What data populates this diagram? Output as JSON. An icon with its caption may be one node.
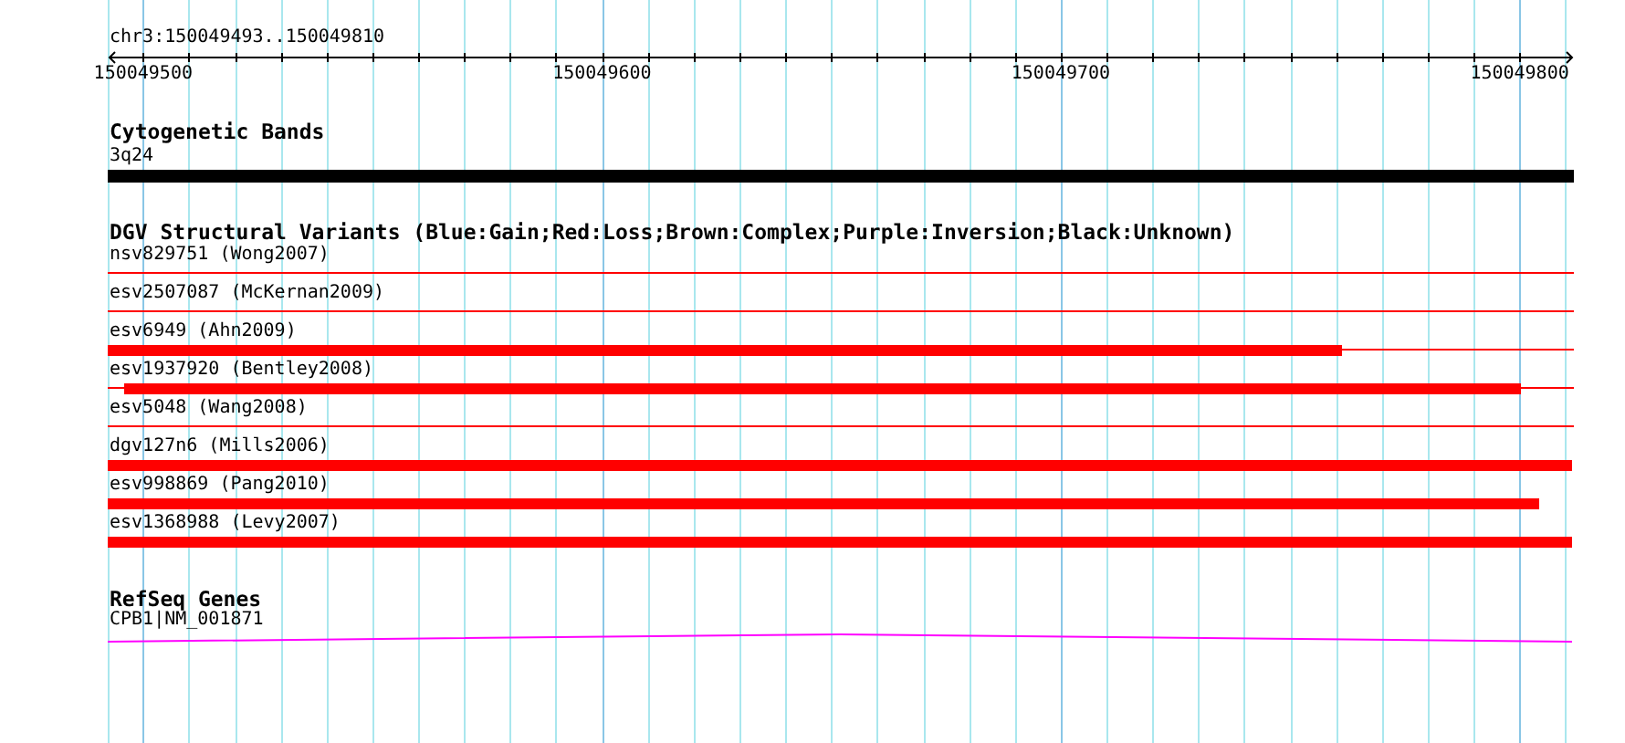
{
  "diagram": {
    "labels": [
      "chr3:150049493..150049810",
      "150049500",
      "150049600",
      "150049700",
      "150049800",
      "Cytogenetic Bands",
      "3q24",
      "DGV Structural Variants (Blue:Gain;Red:Loss;Brown:Complex;Purple:Inversion;Black:Unknown)",
      "nsv829751 (Wong2007)",
      "esv2507087 (McKernan2009)",
      "esv6949 (Ahn2009)",
      "esv1937920 (Bentley2008)",
      "esv5048 (Wang2008)",
      "dgv127n6 (Mills2006)",
      "esv998869 (Pang2010)",
      "esv1368988 (Levy2007)",
      "RefSeq Genes",
      "CPB1|NM_001871"
    ]
  }
}
